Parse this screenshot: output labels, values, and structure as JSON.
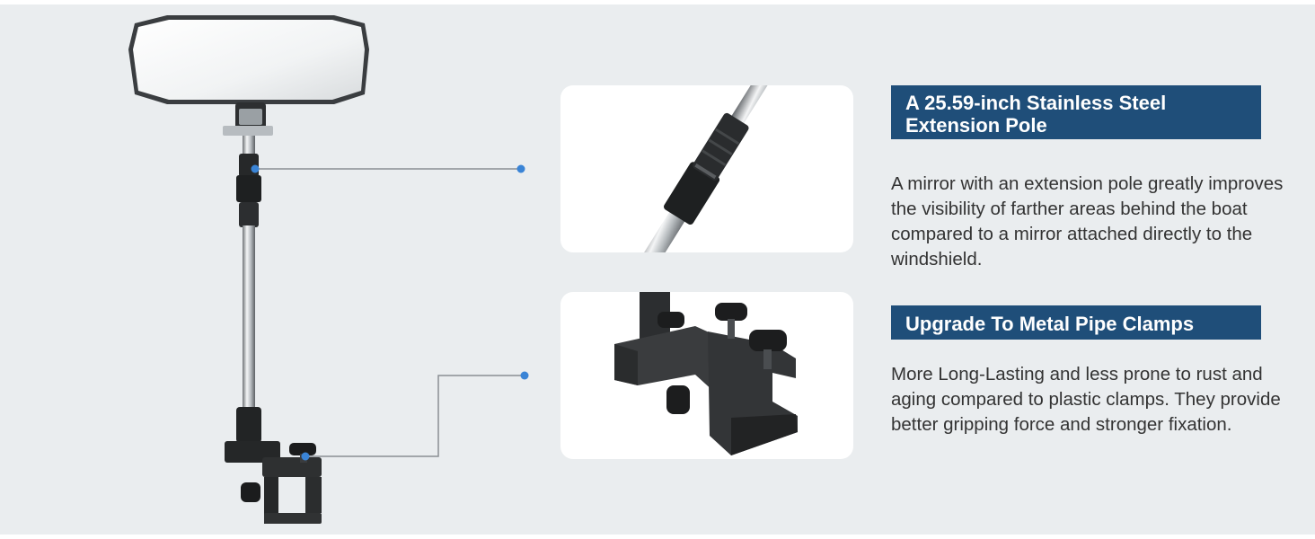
{
  "colors": {
    "background": "#eaedef",
    "title_background": "#1f4e79",
    "title_text": "#ffffff",
    "body_text": "#333333",
    "callout_dot": "#3a84d6",
    "callout_line": "#8a8f94"
  },
  "features": [
    {
      "title": "A 25.59-inch Stainless Steel Extension Pole",
      "description": "A mirror with an extension pole greatly improves the visibility of farther areas behind the boat compared to a mirror attached directly to the windshield.",
      "image_icon": "extension-pole-closeup"
    },
    {
      "title": "Upgrade To Metal Pipe Clamps",
      "description": "More Long-Lasting and less prone to rust and aging compared to plastic clamps. They provide better gripping force and stronger fixation.",
      "image_icon": "pipe-clamp-closeup"
    }
  ],
  "product_icon": "boat-mirror-with-extension-pole"
}
